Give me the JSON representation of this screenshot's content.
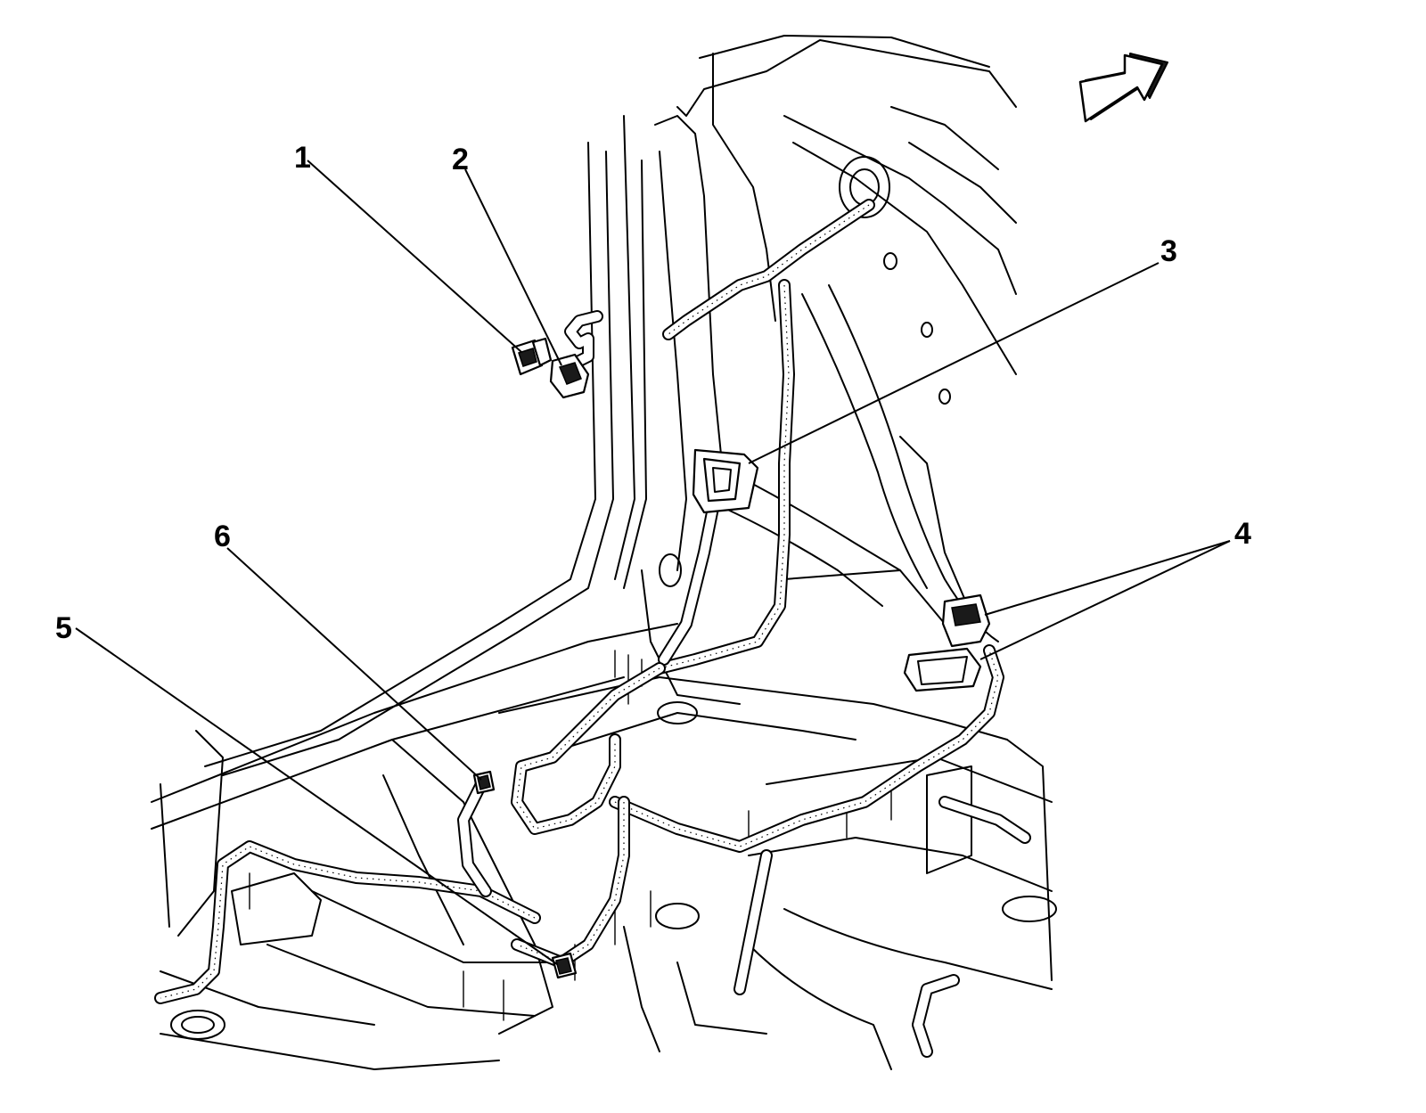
{
  "callouts": [
    {
      "label": "1"
    },
    {
      "label": "2"
    },
    {
      "label": "3"
    },
    {
      "label": "4"
    },
    {
      "label": "5"
    },
    {
      "label": "6"
    }
  ],
  "icons": {
    "direction_arrow": "forward-direction-arrow-icon"
  },
  "colors": {
    "line": "#000000",
    "background": "#ffffff"
  }
}
